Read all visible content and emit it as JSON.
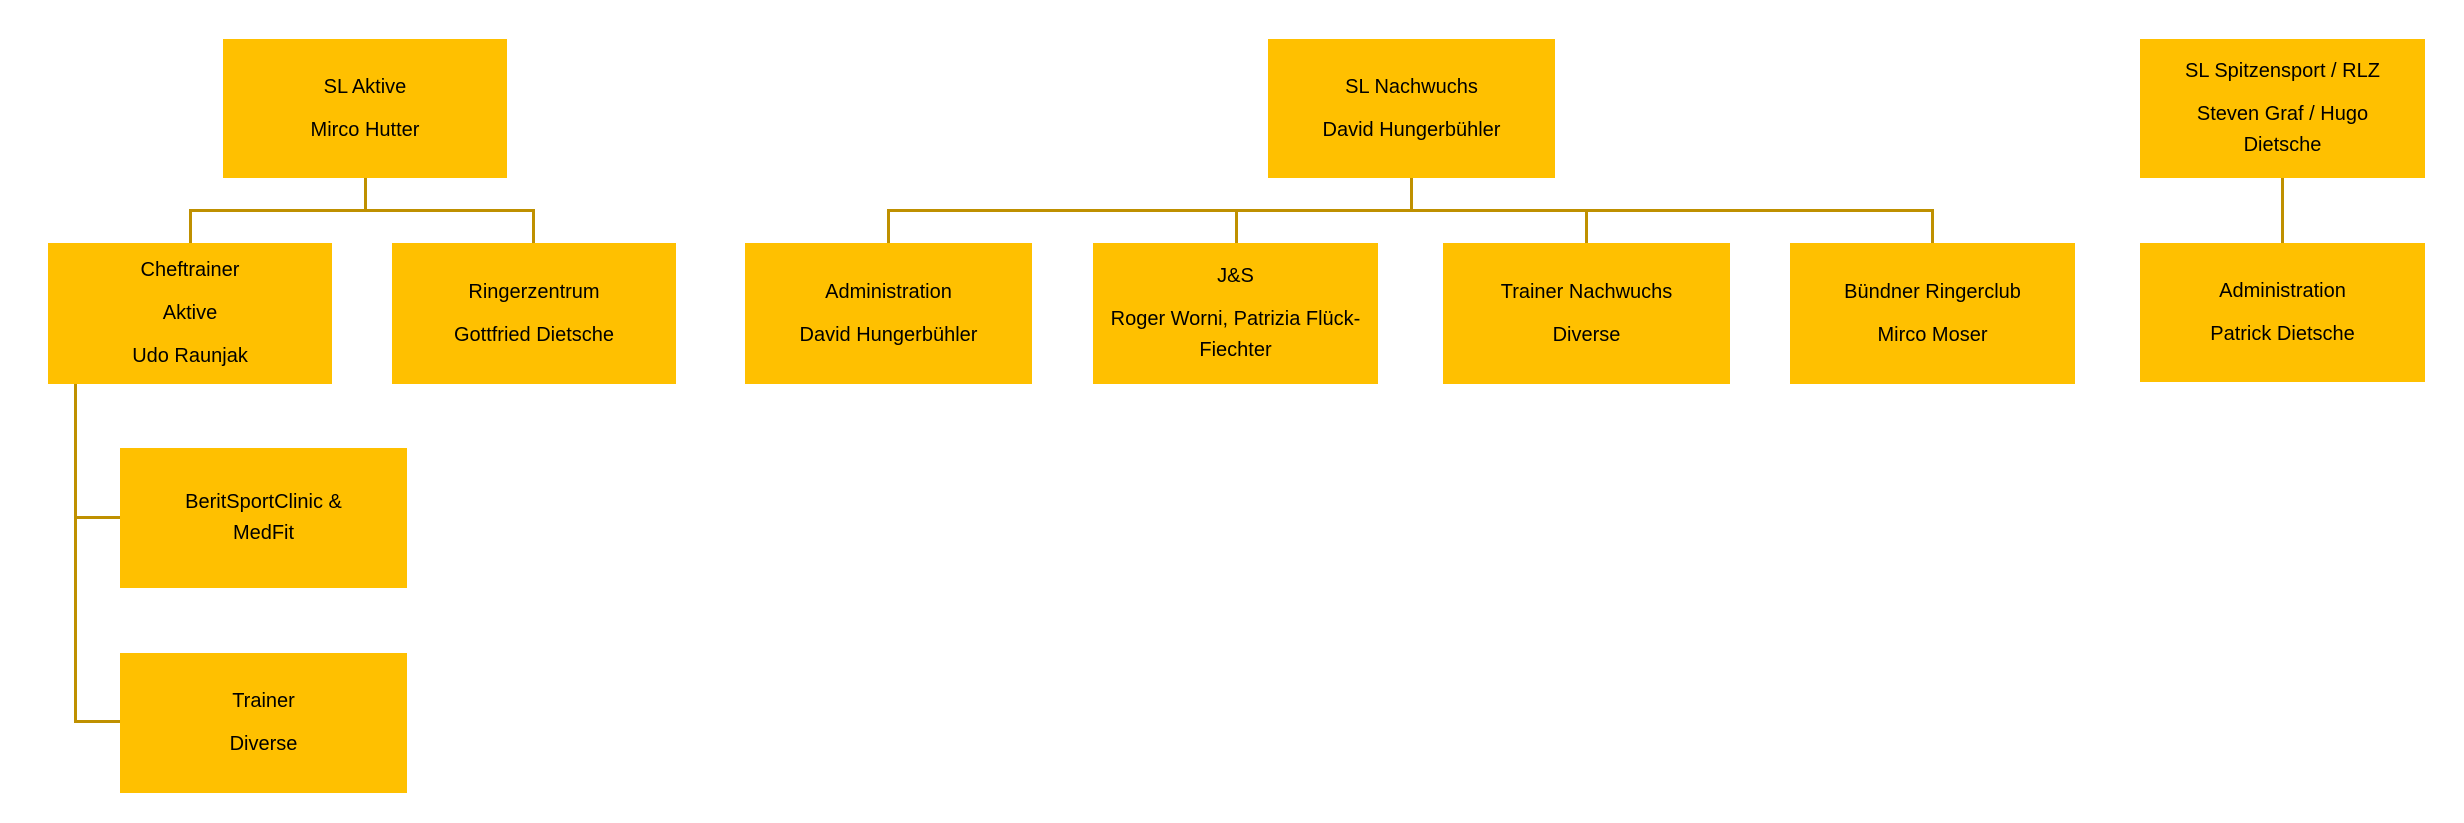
{
  "diagram": {
    "type": "org-chart",
    "background_color": "#FFFFFF",
    "node_fill_color": "#FFC000",
    "connector_color": "#BF9000",
    "text_color": "#000000"
  },
  "nodes": {
    "sl_aktive": {
      "lines": [
        "SL Aktive",
        "Mirco Hutter"
      ]
    },
    "cheftrainer_aktive": {
      "lines": [
        "Cheftrainer",
        "Aktive",
        "Udo Raunjak"
      ]
    },
    "ringerzentrum": {
      "lines": [
        "Ringerzentrum",
        "Gottfried Dietsche"
      ]
    },
    "beritsportclinic": {
      "lines": [
        "BeritSportClinic & MedFit"
      ]
    },
    "trainer_aktive": {
      "lines": [
        "Trainer",
        "Diverse"
      ]
    },
    "sl_nachwuchs": {
      "lines": [
        "SL Nachwuchs",
        "David Hungerbühler"
      ]
    },
    "admin_nachwuchs": {
      "lines": [
        "Administration",
        "David Hungerbühler"
      ]
    },
    "js": {
      "lines": [
        "J&S",
        "Roger Worni, Patrizia Flück-Fiechter"
      ]
    },
    "trainer_nachwuchs": {
      "lines": [
        "Trainer Nachwuchs",
        "Diverse"
      ]
    },
    "buendner_ringerclub": {
      "lines": [
        "Bündner Ringerclub",
        "Mirco Moser"
      ]
    },
    "sl_spitzensport": {
      "lines": [
        "SL Spitzensport / RLZ",
        "Steven Graf / Hugo Dietsche"
      ]
    },
    "admin_spitzensport": {
      "lines": [
        "Administration",
        "Patrick Dietsche"
      ]
    }
  },
  "edges": [
    {
      "from": "sl_aktive",
      "to": "cheftrainer_aktive"
    },
    {
      "from": "sl_aktive",
      "to": "ringerzentrum"
    },
    {
      "from": "cheftrainer_aktive",
      "to": "beritsportclinic"
    },
    {
      "from": "cheftrainer_aktive",
      "to": "trainer_aktive"
    },
    {
      "from": "sl_nachwuchs",
      "to": "admin_nachwuchs"
    },
    {
      "from": "sl_nachwuchs",
      "to": "js"
    },
    {
      "from": "sl_nachwuchs",
      "to": "trainer_nachwuchs"
    },
    {
      "from": "sl_nachwuchs",
      "to": "buendner_ringerclub"
    },
    {
      "from": "sl_spitzensport",
      "to": "admin_spitzensport"
    }
  ]
}
